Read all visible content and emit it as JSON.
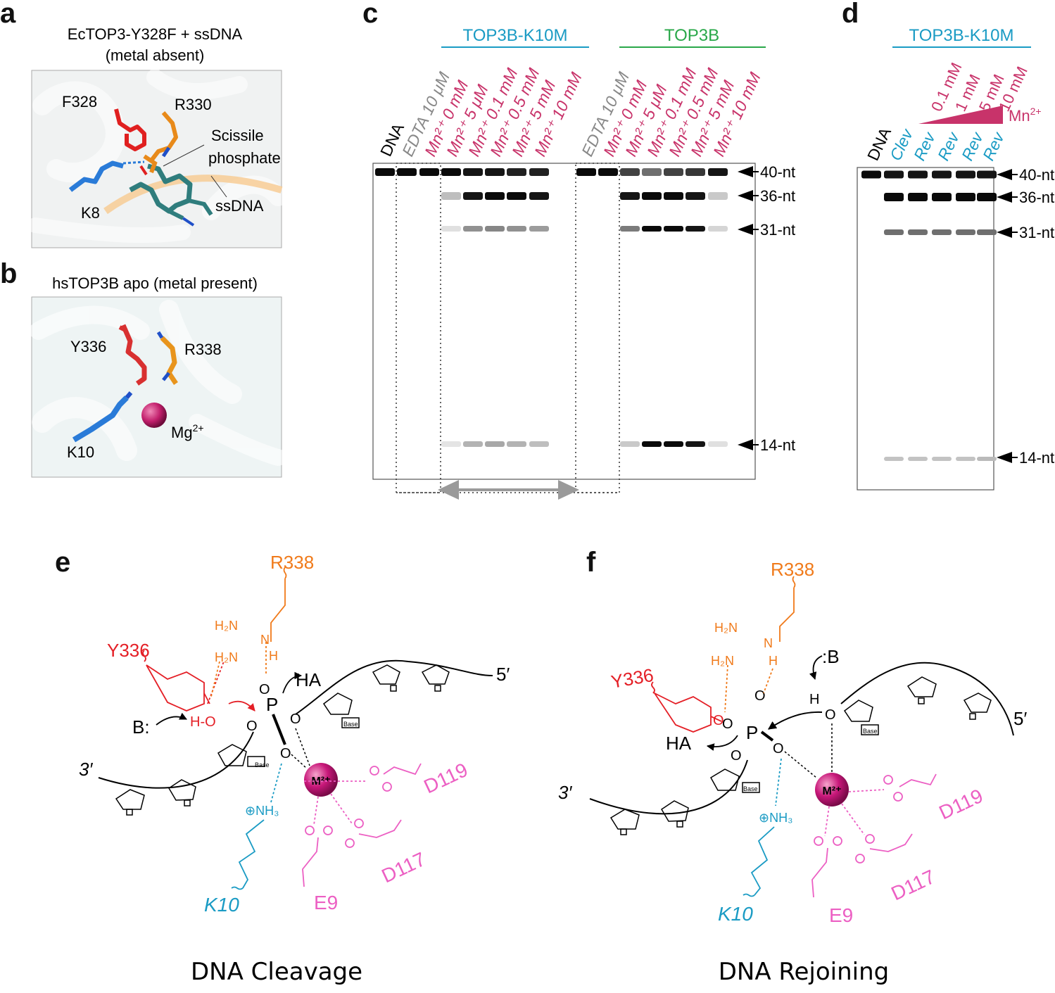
{
  "panels": {
    "a": {
      "letter": "a",
      "title_line1": "EcTOP3-Y328F + ssDNA",
      "title_line2": "(metal absent)",
      "labels": {
        "f328": "F328",
        "r330": "R330",
        "k8": "K8",
        "scissile1": "Scissile",
        "scissile2": "phosphate",
        "ssdna": "ssDNA"
      }
    },
    "b": {
      "letter": "b",
      "title": "hsTOP3B apo (metal present)",
      "labels": {
        "y336": "Y336",
        "r338": "R338",
        "k10": "K10",
        "mg": "Mg",
        "mg_sup": "2+"
      }
    },
    "c": {
      "letter": "c",
      "group1": "TOP3B-K10M",
      "group2": "TOP3B",
      "lanes": [
        {
          "text": "DNA",
          "color": "#000000"
        },
        {
          "text": "EDTA 10 μM",
          "color": "#888888",
          "italic": true
        },
        {
          "text": "Mn²⁺ 0 mM",
          "color": "#c8336a",
          "italic": true
        },
        {
          "text": "Mn²⁺ 5 μM",
          "color": "#c8336a",
          "italic": true
        },
        {
          "text": "Mn²⁺ 0.1 mM",
          "color": "#c8336a",
          "italic": true
        },
        {
          "text": "Mn²⁺ 0.5 mM",
          "color": "#c8336a",
          "italic": true
        },
        {
          "text": "Mn²⁺ 5 mM",
          "color": "#c8336a",
          "italic": true
        },
        {
          "text": "Mn²⁺ 10 mM",
          "color": "#c8336a",
          "italic": true
        },
        {
          "text": "EDTA 10 μM",
          "color": "#888888",
          "italic": true
        },
        {
          "text": "Mn²⁺ 0 mM",
          "color": "#c8336a",
          "italic": true
        },
        {
          "text": "Mn²⁺ 5 μM",
          "color": "#c8336a",
          "italic": true
        },
        {
          "text": "Mn²⁺ 0.1 mM",
          "color": "#c8336a",
          "italic": true
        },
        {
          "text": "Mn²⁺ 0.5 mM",
          "color": "#c8336a",
          "italic": true
        },
        {
          "text": "Mn²⁺ 5 mM",
          "color": "#c8336a",
          "italic": true
        },
        {
          "text": "Mn²⁺ 10 mM",
          "color": "#c8336a",
          "italic": true
        }
      ],
      "markers": [
        "40-nt",
        "36-nt",
        "31-nt",
        "14-nt"
      ],
      "band_intensity": {
        "nt40": [
          1,
          1,
          1,
          1,
          0.95,
          0.95,
          0.9,
          0.9,
          1,
          1,
          0.75,
          0.55,
          0.75,
          0.8,
          0.95
        ],
        "nt36": [
          0,
          0,
          0,
          0.2,
          0.95,
          1,
          1,
          0.95,
          0,
          0,
          0.95,
          1,
          1,
          0.95,
          0.15
        ],
        "nt31": [
          0,
          0,
          0,
          0.05,
          0.4,
          0.45,
          0.4,
          0.35,
          0,
          0,
          0.5,
          1,
          1,
          0.95,
          0.1
        ],
        "nt14": [
          0,
          0,
          0,
          0.03,
          0.25,
          0.3,
          0.25,
          0.2,
          0,
          0,
          0.15,
          1,
          1,
          0.95,
          0.05
        ]
      }
    },
    "d": {
      "letter": "d",
      "group": "TOP3B-K10M",
      "lanes": [
        {
          "text": "DNA",
          "color": "#000000"
        },
        {
          "text": "Clev",
          "color": "#1a9bc4",
          "italic": true
        },
        {
          "text": "Rev",
          "color": "#1a9bc4",
          "italic": true
        },
        {
          "text": "Rev",
          "color": "#1a9bc4",
          "italic": true
        },
        {
          "text": "Rev",
          "color": "#1a9bc4",
          "italic": true
        },
        {
          "text": "Rev",
          "color": "#1a9bc4",
          "italic": true
        }
      ],
      "conc": [
        "0.1 mM",
        "1 mM",
        "5 mM",
        "10 mM"
      ],
      "ion": "Mn",
      "ion_sup": "2+",
      "markers": [
        "40-nt",
        "36-nt",
        "31-nt",
        "14-nt"
      ]
    },
    "e": {
      "letter": "e",
      "caption": "DNA Cleavage",
      "labels": {
        "r338": "R338",
        "y336": "Y336",
        "k10": "K10",
        "e9": "E9",
        "d117": "D117",
        "d119": "D119",
        "base": ":B",
        "ha": "HA",
        "three": "3′",
        "five": "5′",
        "metal": "M²⁺",
        "nh3": "NH₃"
      }
    },
    "f": {
      "letter": "f",
      "caption": "DNA Rejoining",
      "labels": {
        "r338": "R338",
        "y336": "Y336",
        "k10": "K10",
        "e9": "E9",
        "d117": "D117",
        "d119": "D119",
        "base": ":B",
        "ha": "HA",
        "three": "3′",
        "five": "5′",
        "metal": "M²⁺",
        "nh3": "NH₃"
      }
    }
  },
  "colors": {
    "cyan": "#1a9bc4",
    "green": "#2aa84a",
    "magenta": "#c8336a",
    "orange": "#f07a1a",
    "red": "#e41f26",
    "pink": "#ec5fc3",
    "blue": "#1a7bd4",
    "gray": "#999999"
  }
}
